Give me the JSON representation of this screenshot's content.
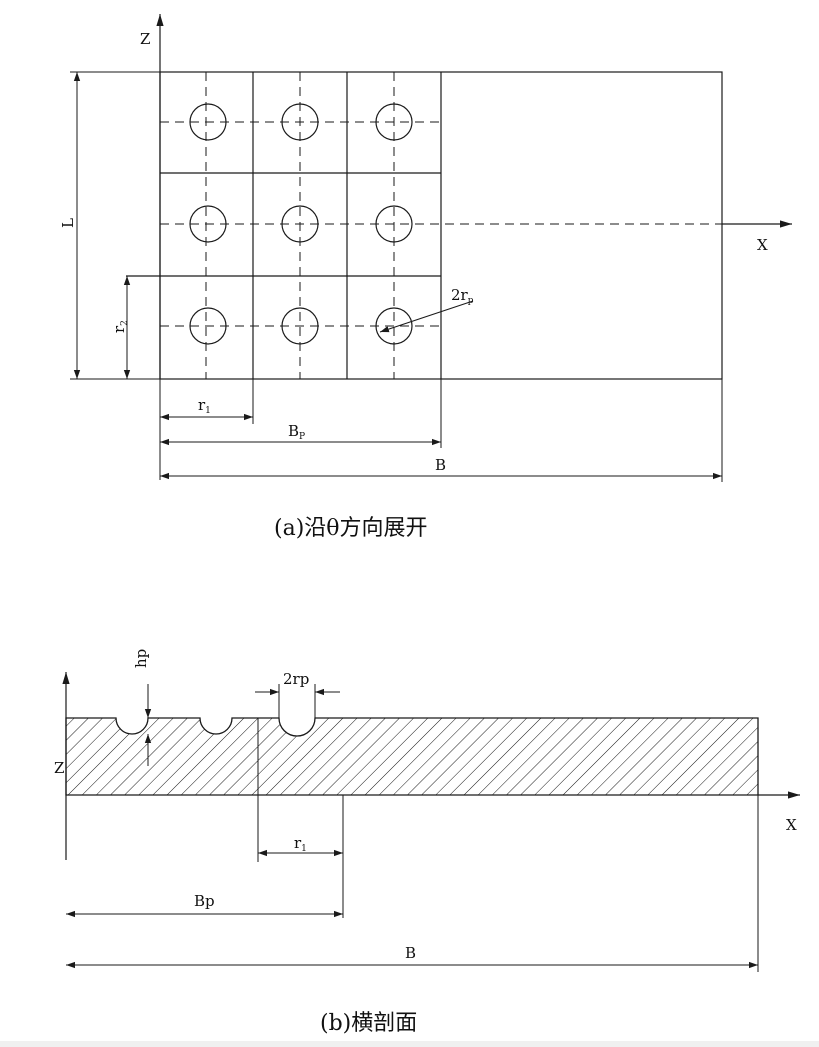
{
  "figure_a": {
    "axis_z": "Z",
    "axis_x": "X",
    "dim_L": "L",
    "dim_r2_main": "r",
    "dim_r2_sub": "2",
    "dim_r1_main": "r",
    "dim_r1_sub": "1",
    "dim_Bp_main": "B",
    "dim_Bp_sub": "P",
    "dim_B": "B",
    "dim_2rp_main": "2r",
    "dim_2rp_sub": "p",
    "caption": "(a)沿θ方向展开"
  },
  "figure_b": {
    "axis_z": "Z",
    "axis_x": "X",
    "dim_hp": "hp",
    "dim_2rp": "2rp",
    "dim_r1_main": "r",
    "dim_r1_sub": "1",
    "dim_Bp": "Bp",
    "dim_B": "B",
    "caption": "(b)横剖面"
  }
}
